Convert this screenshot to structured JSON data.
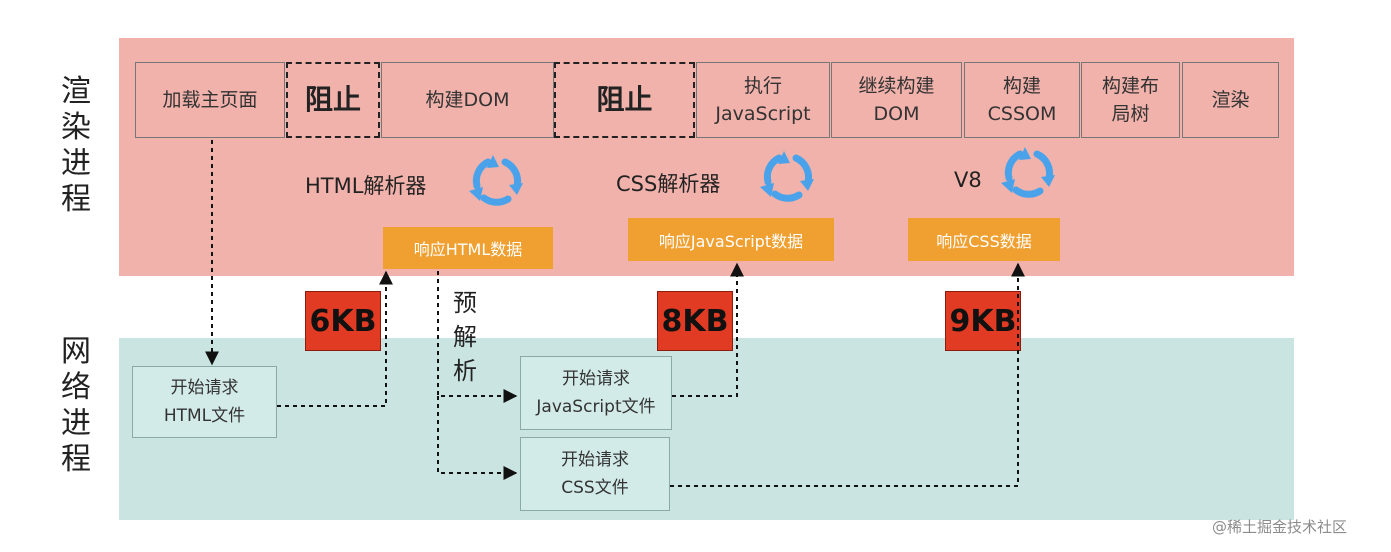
{
  "process_labels": {
    "render": "渲染进程",
    "network": "网络进程"
  },
  "render_steps": [
    {
      "label": "加载主页面"
    },
    {
      "label": "阻止"
    },
    {
      "label": "构建DOM"
    },
    {
      "label": "阻止"
    },
    {
      "label": "执行JavaScript"
    },
    {
      "label": "继续构建DOM"
    },
    {
      "label": "构建CSSOM"
    },
    {
      "label": "构建布局树"
    },
    {
      "label": "渲染"
    }
  ],
  "parsers": [
    {
      "label": "HTML解析器",
      "icon": "refresh-cycle-icon"
    },
    {
      "label": "CSS解析器",
      "icon": "refresh-cycle-icon"
    },
    {
      "label": "V8",
      "icon": "refresh-cycle-icon"
    }
  ],
  "responses": [
    "响应HTML数据",
    "响应JavaScript数据",
    "响应CSS数据"
  ],
  "sizes": [
    "6KB",
    "8KB",
    "9KB"
  ],
  "preparse_label": "预解析",
  "network_requests": [
    {
      "line1": "开始请求",
      "line2": "HTML文件"
    },
    {
      "line1": "开始请求",
      "line2": "JavaScript文件"
    },
    {
      "line1": "开始请求",
      "line2": "CSS文件"
    }
  ],
  "colors": {
    "render_band": "#f1b2ab",
    "network_band": "#c9e4e1",
    "response_box": "#f0a030",
    "size_box": "#e23b23",
    "cycle_icon": "#4aa3ea"
  },
  "watermark": "@稀土掘金技术社区"
}
